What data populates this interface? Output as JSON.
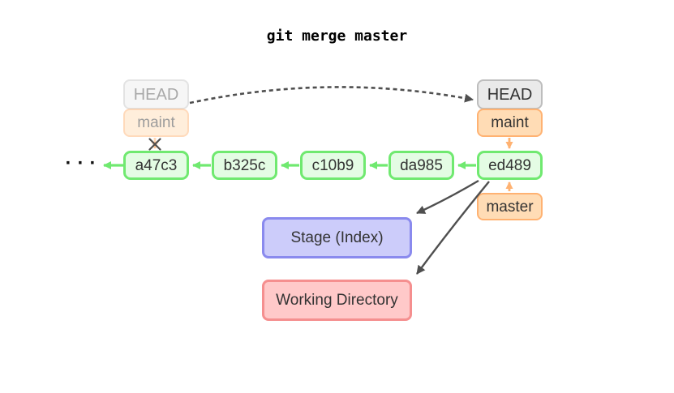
{
  "title": "git merge master",
  "graph": {
    "ellipsis": "···",
    "commits": [
      "a47c3",
      "b325c",
      "c10b9",
      "da985",
      "ed489"
    ]
  },
  "refs": {
    "old_head": "HEAD",
    "old_maint": "maint",
    "head": "HEAD",
    "maint": "maint",
    "master": "master"
  },
  "areas": {
    "stage": "Stage (Index)",
    "working_directory": "Working Directory"
  },
  "colors": {
    "commit_border": "#70e970",
    "commit_fill": "#e4fce4",
    "branch_border": "#ffb272",
    "branch_fill": "#ffdcb5",
    "head_border": "#bdbdbd",
    "head_fill": "#eaeaea",
    "stage_border": "#8a8aee",
    "stage_fill": "#ccccfa",
    "working_border": "#f58f8f",
    "working_fill": "#ffc9c9",
    "arrow_dark": "#4f4f4f"
  }
}
